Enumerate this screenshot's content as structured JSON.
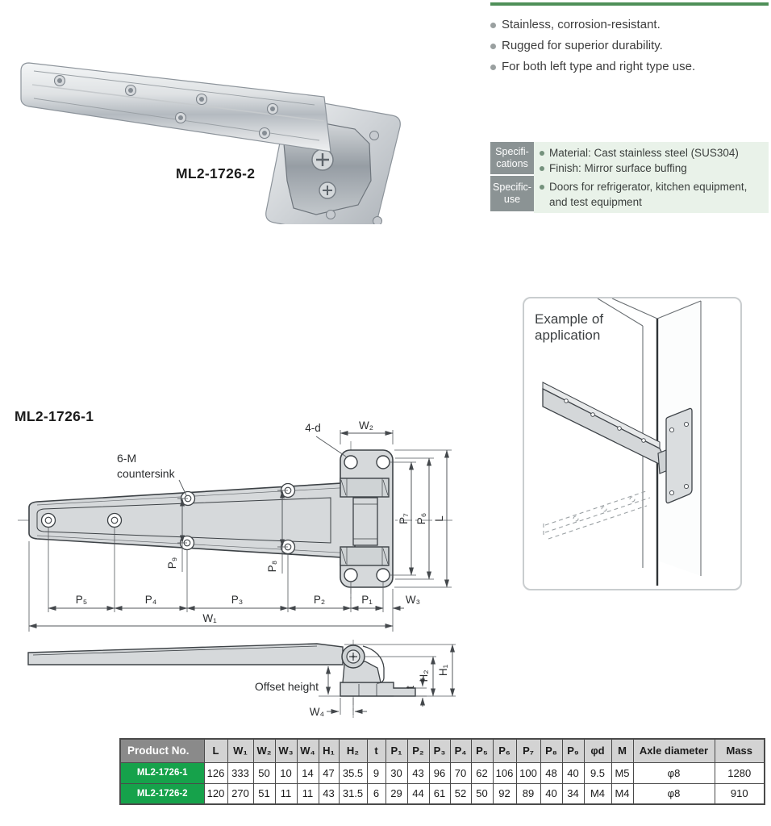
{
  "product": {
    "photo_model": "ML2-1726-2",
    "drawing_model": "ML2-1726-1"
  },
  "features": {
    "items": [
      "Stainless, corrosion-resistant.",
      "Rugged for superior durability.",
      "For both left type and right type use."
    ]
  },
  "specs": {
    "rows": [
      {
        "label_lines": [
          "Specifi-",
          "cations"
        ],
        "items": [
          "Material: Cast stainless steel (SUS304)",
          "Finish: Mirror surface buffing"
        ]
      },
      {
        "label_lines": [
          "Specific-",
          "use"
        ],
        "items": [
          "Doors for refrigerator, kitchen equipment, and test equipment"
        ]
      }
    ]
  },
  "application": {
    "title": "Example of application"
  },
  "plan_labels": {
    "note6m1": "6-M",
    "note6m2": "countersink",
    "d4": "4-d",
    "w2": "W₂",
    "p7": "P₇",
    "p6": "P₆",
    "l": "L",
    "p9": "P₉",
    "p8": "P₈",
    "p5": "P₅",
    "p4": "P₄",
    "p3": "P₃",
    "p2": "P₂",
    "p1": "P₁",
    "w1": "W₁",
    "w3": "W₃"
  },
  "side_labels": {
    "offset_height": "Offset height",
    "w4": "W₄",
    "t": "t",
    "h2": "H₂",
    "h1": "H₁"
  },
  "table": {
    "headers": [
      "Product No.",
      "L",
      "W₁",
      "W₂",
      "W₃",
      "W₄",
      "H₁",
      "H₂",
      "t",
      "P₁",
      "P₂",
      "P₃",
      "P₄",
      "P₅",
      "P₆",
      "P₇",
      "P₈",
      "P₉",
      "φd",
      "M",
      "Axle diameter",
      "Mass"
    ],
    "rows": [
      {
        "product_no": "ML2-1726-1",
        "values": [
          "126",
          "333",
          "50",
          "10",
          "14",
          "47",
          "35.5",
          "9",
          "30",
          "43",
          "96",
          "70",
          "62",
          "106",
          "100",
          "48",
          "40",
          "9.5",
          "M5",
          "φ8",
          "1280"
        ]
      },
      {
        "product_no": "ML2-1726-2",
        "values": [
          "120",
          "270",
          "51",
          "11",
          "11",
          "43",
          "31.5",
          "6",
          "29",
          "44",
          "61",
          "52",
          "50",
          "92",
          "89",
          "40",
          "34",
          "M4",
          "M4",
          "φ8",
          "910"
        ]
      }
    ]
  },
  "colors": {
    "accent_green": "#16a24b",
    "header_gray": "#8a8a8a",
    "spec_label_gray": "#8b9394",
    "spec_bg_green": "#e9f2e9",
    "top_rule_green": "#4f8f58",
    "drawing_fill": "#d6d9db"
  }
}
